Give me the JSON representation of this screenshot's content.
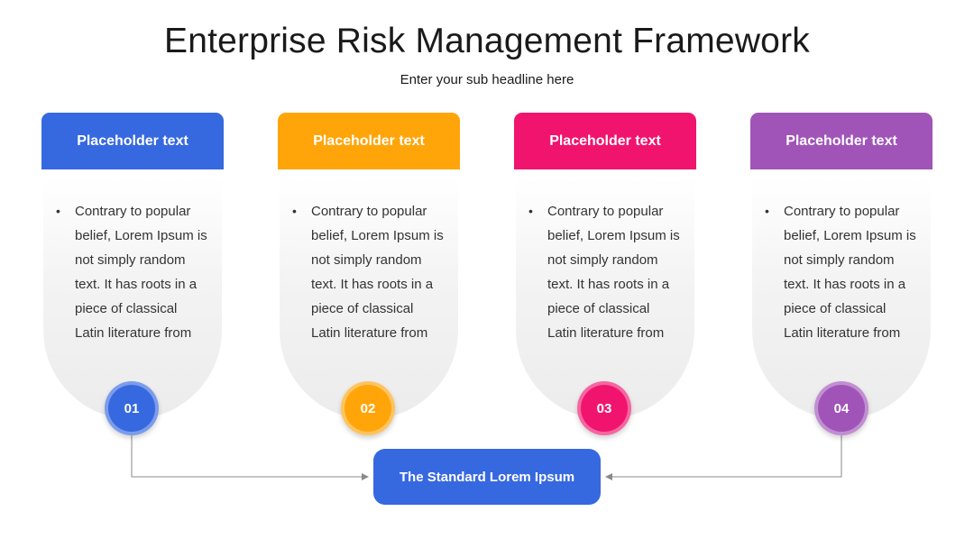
{
  "title": "Enterprise Risk Management Framework",
  "subtitle": "Enter your sub headline here",
  "cards": [
    {
      "header": "Placeholder text",
      "text": "Contrary to popular belief, Lorem Ipsum is not simply random text. It has roots in a piece of classical Latin literature from",
      "number": "01",
      "color": "#3668e0"
    },
    {
      "header": "Placeholder text",
      "text": "Contrary to popular belief, Lorem Ipsum is not simply random text. It has roots in a piece of classical Latin literature from",
      "number": "02",
      "color": "#ffa50a"
    },
    {
      "header": "Placeholder text",
      "text": "Contrary to popular belief, Lorem Ipsum is not simply random text. It has roots in a piece of classical Latin literature from",
      "number": "03",
      "color": "#f0146e"
    },
    {
      "header": "Placeholder text",
      "text": "Contrary to popular belief, Lorem Ipsum is not simply random text. It has roots in a piece of classical Latin literature from",
      "number": "04",
      "color": "#a054b8"
    }
  ],
  "center": {
    "label": "The Standard Lorem Ipsum"
  },
  "connector_color": "#8a8a8a"
}
